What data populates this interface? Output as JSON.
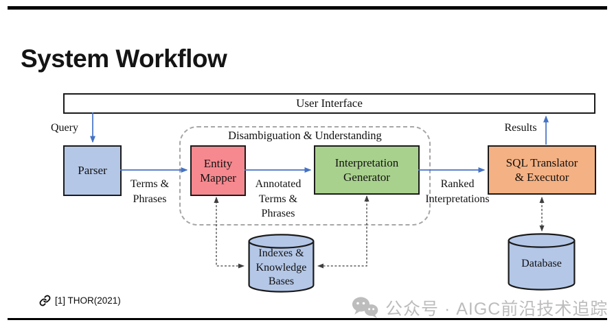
{
  "slide": {
    "title": "System Workflow",
    "footnote": "[1] THOR(2021)",
    "watermark": "公众号 · AIGC前沿技术追踪"
  },
  "diagram": {
    "user_interface": {
      "label": "User Interface"
    },
    "group": {
      "label": "Disambiguation & Understanding"
    },
    "nodes": {
      "parser": {
        "label": "Parser",
        "color": "#b4c7e7"
      },
      "entity_mapper": {
        "label": "Entity Mapper",
        "lines": [
          "Entity",
          "Mapper"
        ],
        "color": "#f5898f"
      },
      "interpretation_generator": {
        "label": "Interpretation Generator",
        "lines": [
          "Interpretation",
          "Generator"
        ],
        "color": "#a9d18e"
      },
      "sql_translator": {
        "label": "SQL Translator & Executor",
        "lines": [
          "SQL Translator",
          "& Executor"
        ],
        "color": "#f4b183"
      },
      "indexes_kb": {
        "label": "Indexes & Knowledge Bases",
        "lines": [
          "Indexes &",
          "Knowledge",
          "Bases"
        ],
        "color": "#b4c7e7"
      },
      "database": {
        "label": "Database",
        "color": "#b4c7e7"
      }
    },
    "edge_labels": {
      "query": "Query",
      "results": "Results",
      "terms_phrases": {
        "lines": [
          "Terms &",
          "Phrases"
        ]
      },
      "annotated": {
        "lines": [
          "Annotated",
          "Terms &",
          "Phrases"
        ]
      },
      "ranked": {
        "lines": [
          "Ranked",
          "Interpretations"
        ]
      }
    },
    "colors": {
      "solid_arrow": "#4472c4",
      "dashed_arrow": "#3f3f3f",
      "group_border": "#a6a6a6",
      "node_border": "#1a1a1a"
    }
  }
}
